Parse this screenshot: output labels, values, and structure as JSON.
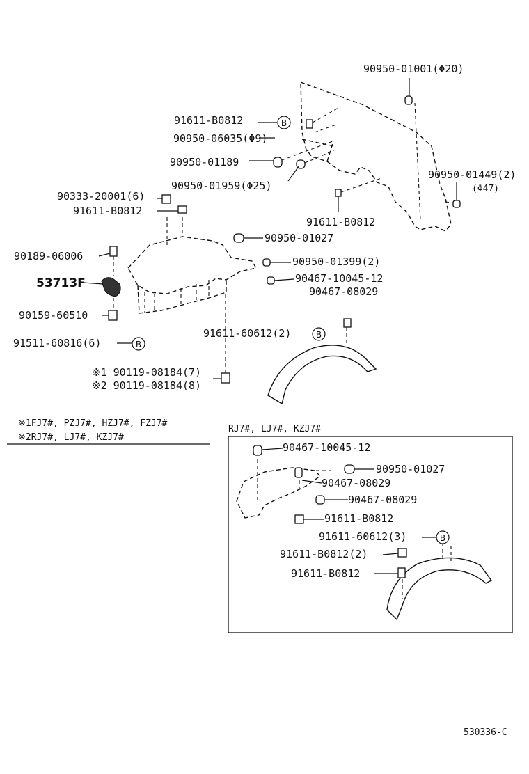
{
  "labels": {
    "p_90950_01001": "90950-01001(Φ20)",
    "p_91611_B0812_top": "91611-B0812",
    "p_90950_06035": "90950-06035(Φ9)",
    "p_90950_01189": "90950-01189",
    "p_90950_01449": "90950-01449(2)",
    "p_90950_01449_dia": "(Φ47)",
    "p_90950_01959": "90950-01959(Φ25)",
    "p_90333_20001": "90333-20001(6)",
    "p_91611_B0812_left": "91611-B0812",
    "p_91611_B0812_mid": "91611-B0812",
    "p_90950_01027": "90950-01027",
    "p_90189_06006": "90189-06006",
    "p_90950_01399": "90950-01399(2)",
    "p_53713F": "53713F",
    "p_90467_10045_12": "90467-10045-12",
    "p_90467_08029": "90467-08029",
    "p_90159_60510": "90159-60510",
    "p_91611_60612": "91611-60612(2)",
    "p_91511_60816": "91511-60816(6)",
    "p_90119_08184_7": "※1 90119-08184(7)",
    "p_90119_08184_8": "※2 90119-08184(8)"
  },
  "notes": {
    "note1": "※1FJ7#, PZJ7#, HZJ7#, FZJ7#",
    "note2": "※2RJ7#, LJ7#, KZJ7#"
  },
  "inset": {
    "title": "RJ7#, LJ7#, KZJ7#",
    "labels": {
      "i_90467_10045_12": "90467-10045-12",
      "i_90950_01027": "90950-01027",
      "i_90467_08029_a": "90467-08029",
      "i_90467_08029_b": "90467-08029",
      "i_91611_B0812_a": "91611-B0812",
      "i_91611_60612": "91611-60612(3)",
      "i_91611_B0812_b": "91611-B0812(2)",
      "i_91611_B0812_c": "91611-B0812"
    }
  },
  "ref_marker": "B",
  "diagram_code": "530336-C"
}
